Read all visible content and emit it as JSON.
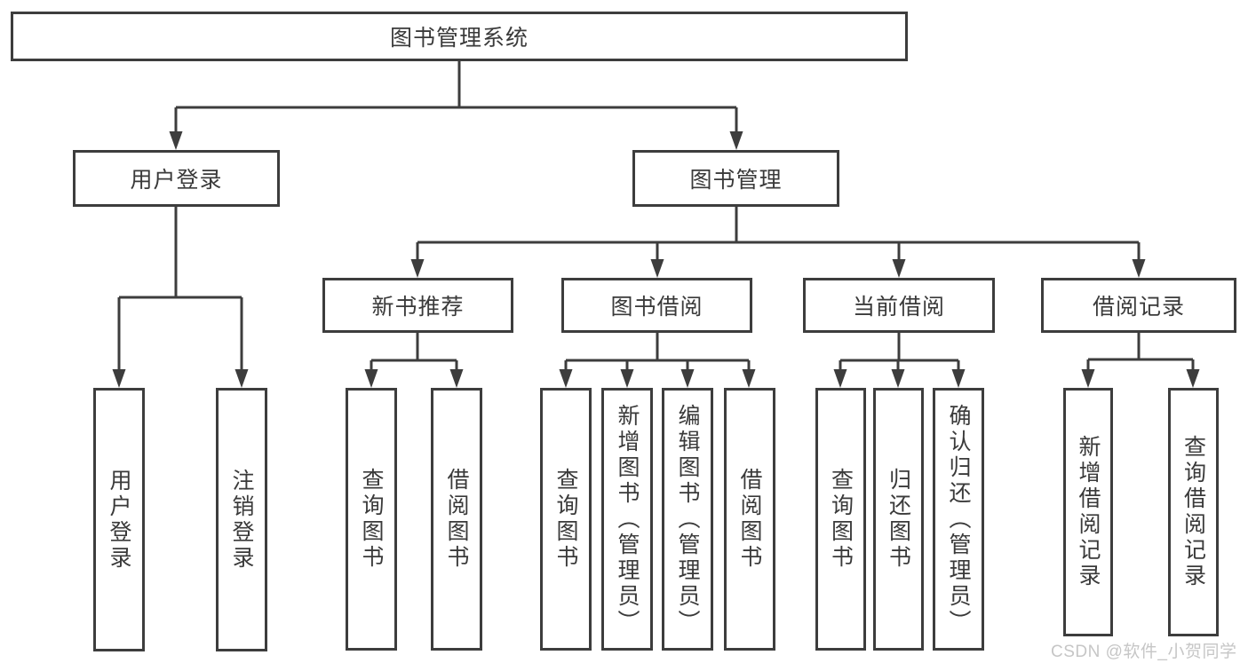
{
  "tree": {
    "root": {
      "label": "图书管理系统",
      "children": [
        {
          "label": "用户登录",
          "children": [
            {
              "label": "用户登录"
            },
            {
              "label": "注销登录"
            }
          ]
        },
        {
          "label": "图书管理",
          "children": [
            {
              "label": "新书推荐",
              "children": [
                {
                  "label": "查询图书"
                },
                {
                  "label": "借阅图书"
                }
              ]
            },
            {
              "label": "图书借阅",
              "children": [
                {
                  "label": "查询图书"
                },
                {
                  "label": "新增图书（管理员）"
                },
                {
                  "label": "编辑图书（管理员）"
                },
                {
                  "label": "借阅图书"
                }
              ]
            },
            {
              "label": "当前借阅",
              "children": [
                {
                  "label": "查询图书"
                },
                {
                  "label": "归还图书"
                },
                {
                  "label": "确认归还（管理员）"
                }
              ]
            },
            {
              "label": "借阅记录",
              "children": [
                {
                  "label": "新增借阅记录"
                },
                {
                  "label": "查询借阅记录"
                }
              ]
            }
          ]
        }
      ]
    }
  },
  "watermark": {
    "text": "CSDN @软件_小贺同学"
  },
  "colors": {
    "line": "#3d3d3d",
    "box_border": "#3d3d3d",
    "text": "#3a3a3a",
    "watermark": "#c6c6c6",
    "background": "#ffffff"
  }
}
